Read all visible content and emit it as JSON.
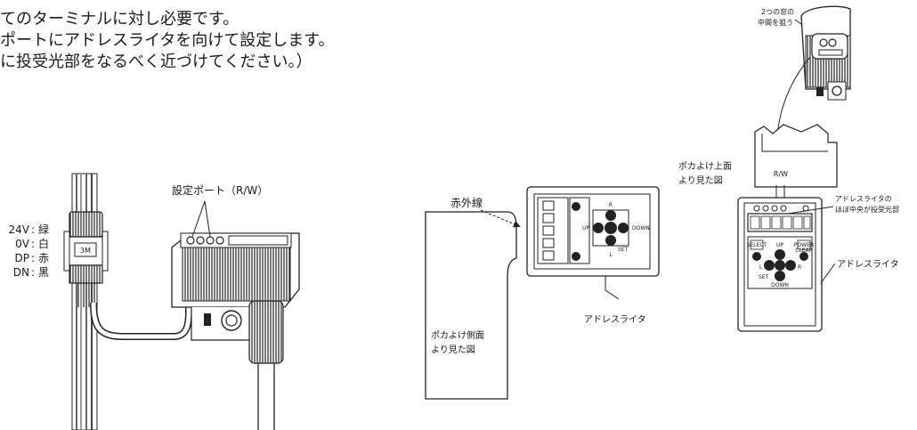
{
  "intro": {
    "line1": "てのターミナルに対し必要です。",
    "line2": "ポートにアドレスライタを向けて設定します。",
    "line3": "に投受光部をなるべく近づけてください。）"
  },
  "left_figure": {
    "setting_port_label": "設定ポート（R/W）",
    "wire_colors": [
      {
        "label": "24V",
        "color": "緑"
      },
      {
        "label": "0V",
        "color": "白"
      },
      {
        "label": "DP",
        "color": "赤"
      },
      {
        "label": "DN",
        "color": "黒"
      }
    ],
    "connector_mark": "3M"
  },
  "middle_figure": {
    "infrared_label": "赤外線",
    "writer_label": "アドレスライタ",
    "side_view_line1": "ポカよけ側面",
    "side_view_line2": "より見た図",
    "keys": {
      "r": "R",
      "l": "L",
      "up": "UP",
      "down": "DOWN",
      "set": "SET"
    }
  },
  "right_figure": {
    "aim_line1": "2つの窓の",
    "aim_line2": "中間を狙う",
    "top_view_line1": "ポカよけ上面",
    "top_view_line2": "より見た図",
    "rw_label": "R/W",
    "emitter_line1": "アドレスライタの",
    "emitter_line2": "ほぼ中央が投受光部",
    "writer_label": "アドレスライタ",
    "keys": {
      "select": "SELECT",
      "power": "POWER",
      "clear": "CLEAR",
      "up": "UP",
      "down": "DOWN",
      "l": "L",
      "r": "R",
      "set": "SET"
    }
  }
}
